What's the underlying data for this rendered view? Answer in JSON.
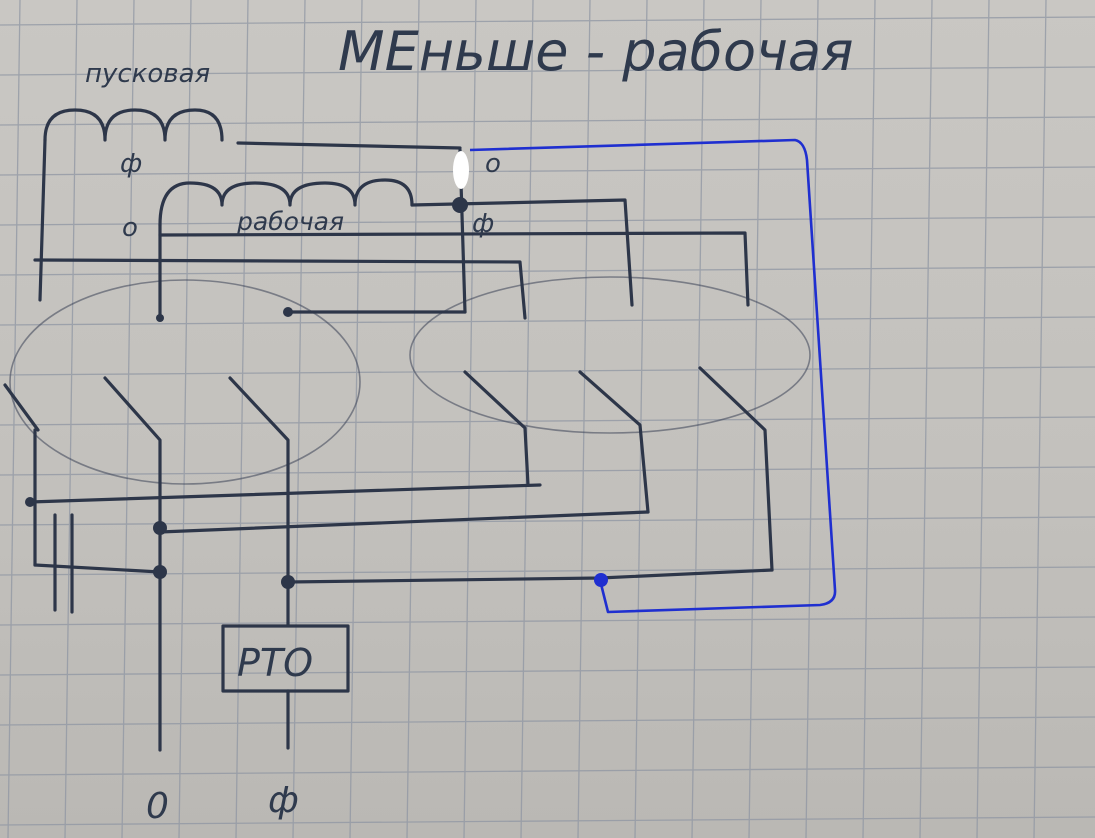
{
  "title": "МЕньше - рабочая",
  "labels": {
    "start_winding": "пусковая",
    "work_winding": "рабочая",
    "start_phase": "ф",
    "work_zero": "о",
    "top_right_zero": "о",
    "work_phase": "ф",
    "relay": "РТО",
    "bottom_zero": "0",
    "bottom_phase": "ф"
  },
  "colors": {
    "ink": "#2d3649",
    "highlight_wire": "#1f2fd0",
    "paper": "#c6c4c0",
    "grid": "#8f96a3"
  }
}
